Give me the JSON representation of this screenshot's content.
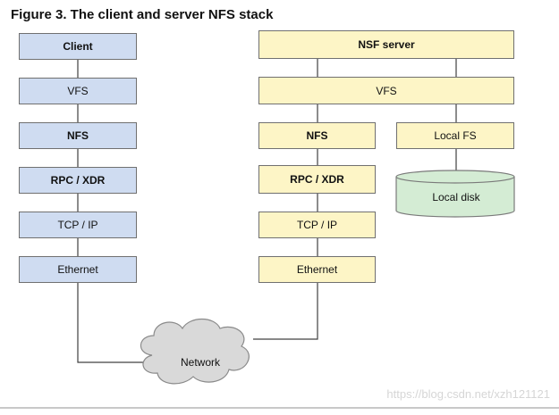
{
  "title": "Figure 3. The client and server NFS stack",
  "client": {
    "layers": [
      "Client",
      "VFS",
      "NFS",
      "RPC / XDR",
      "TCP / IP",
      "Ethernet"
    ]
  },
  "server": {
    "header": "NSF server",
    "vfs": "VFS",
    "nfs": "NFS",
    "local_fs": "Local FS",
    "rpc": "RPC / XDR",
    "tcp": "TCP / IP",
    "ethernet": "Ethernet",
    "local_disk": "Local disk"
  },
  "network": "Network",
  "watermark": "https://blog.csdn.net/xzh121121",
  "colors": {
    "client_fill": "#cfdcf1",
    "server_fill": "#fdf5c6",
    "disk_fill": "#d4ecd4",
    "border": "#707070",
    "line": "#404040"
  }
}
